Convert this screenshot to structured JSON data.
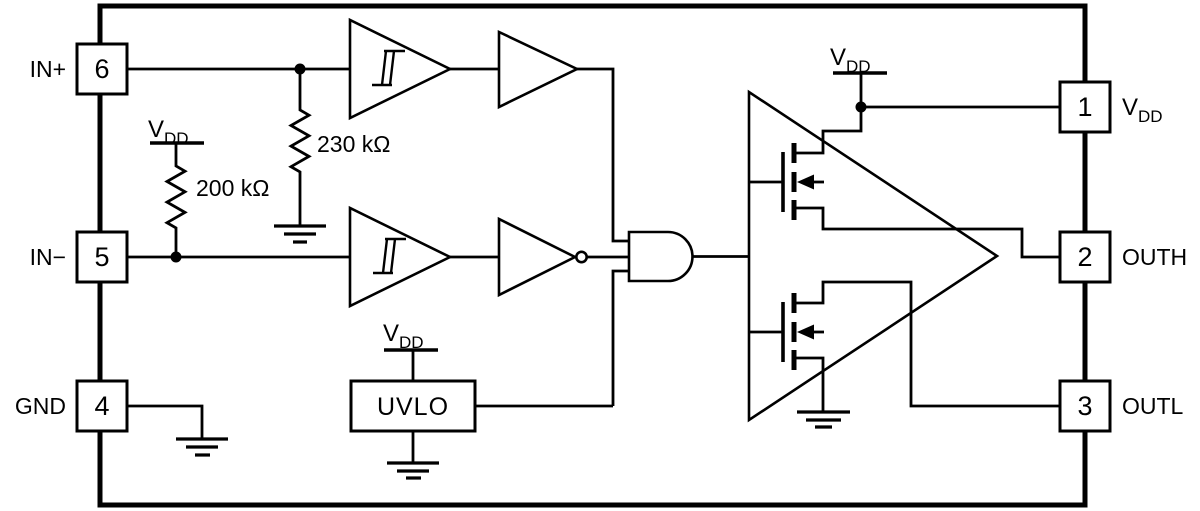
{
  "diagram": {
    "type": "ic-functional-block-diagram",
    "pins": {
      "left": [
        {
          "number": "6",
          "name": "IN+"
        },
        {
          "number": "5",
          "name": "IN−"
        },
        {
          "number": "4",
          "name": "GND"
        }
      ],
      "right": [
        {
          "number": "1",
          "name_main": "V",
          "name_sub": "DD"
        },
        {
          "number": "2",
          "name": "OUTH"
        },
        {
          "number": "3",
          "name": "OUTL"
        }
      ]
    },
    "labels": {
      "resistor_in_plus": "230 kΩ",
      "resistor_in_minus": "200 kΩ",
      "uvlo": "UVLO",
      "supply_main": "V",
      "supply_sub": "DD"
    },
    "colors": {
      "line": "#000000",
      "background": "#ffffff"
    }
  }
}
